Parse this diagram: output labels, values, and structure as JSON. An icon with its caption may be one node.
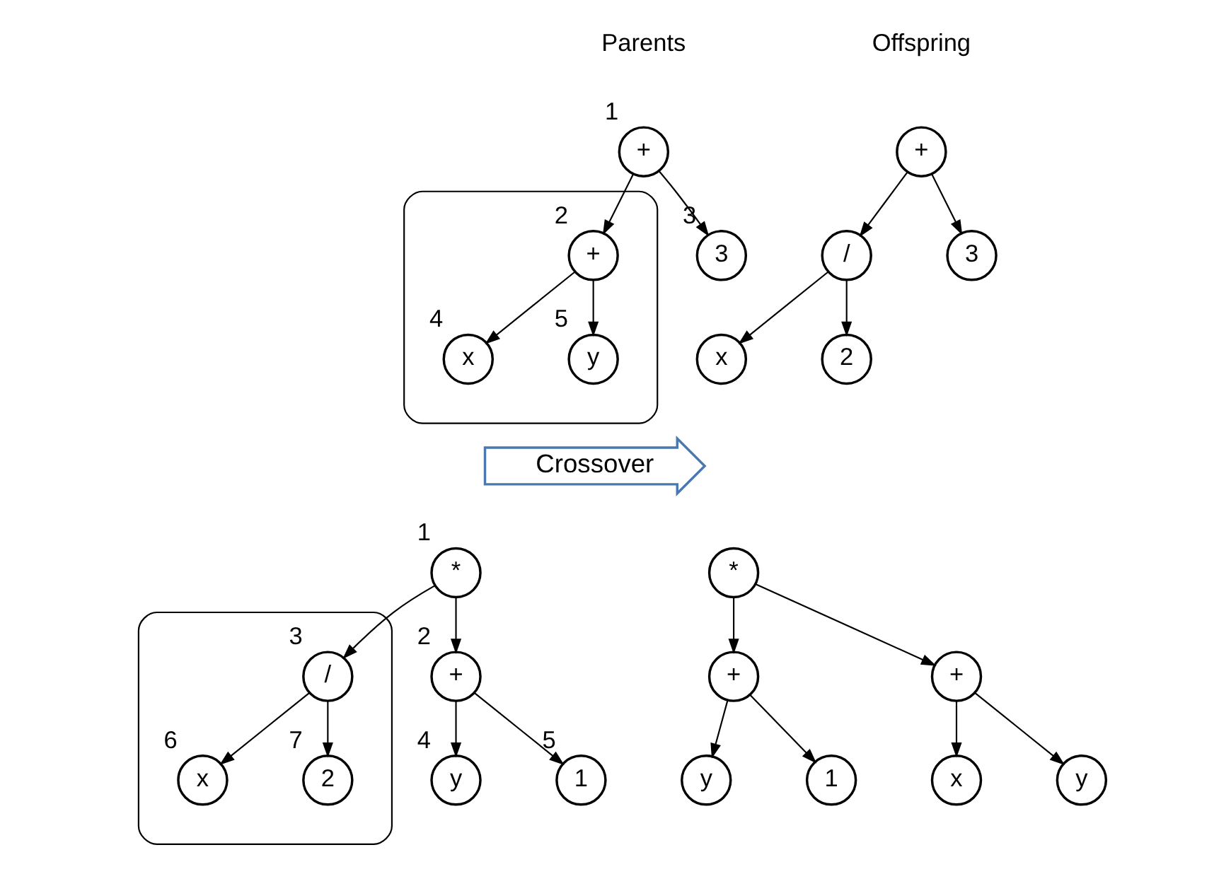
{
  "diagram": {
    "nodes": [
      {
        "text": [
          "+"
        ],
        "beside": [
          "1"
        ]
      },
      {
        "text": [],
        "shape": "cloud"
      },
      {
        "text": [
          "+"
        ],
        "beside": [
          "2"
        ],
        "in": 1
      },
      {
        "text": [
          "3"
        ],
        "beside": [
          "3"
        ]
      },
      {
        "text": [
          "x"
        ],
        "beside": [
          "4"
        ],
        "in": 1
      },
      {
        "text": [
          "y"
        ],
        "beside": [
          "5"
        ],
        "in": 1
      },
      {
        "text": [
          "+"
        ]
      },
      {
        "text": [
          "/"
        ]
      },
      {
        "text": [
          "3"
        ]
      },
      {
        "text": [
          "x"
        ]
      },
      {
        "text": [
          "2"
        ]
      },
      {
        "text": [
          "Crossover"
        ]
      },
      {
        "text": [
          "*"
        ],
        "beside": [
          "1"
        ]
      },
      {
        "text": [
          "+"
        ],
        "beside": [
          "2"
        ]
      },
      {
        "text": [],
        "shape": "cloud"
      },
      {
        "text": [
          "/"
        ],
        "beside": [
          "3"
        ],
        "in": 14
      },
      {
        "text": [
          "y"
        ],
        "beside": [
          "4"
        ]
      },
      {
        "text": [
          "1"
        ],
        "beside": [
          "5"
        ]
      },
      {
        "text": [
          "x"
        ],
        "beside": [
          "6"
        ],
        "in": 14
      },
      {
        "text": [
          "2"
        ],
        "beside": [
          "7"
        ],
        "in": 14
      },
      {
        "text": [
          "*"
        ]
      },
      {
        "text": [
          "+"
        ]
      },
      {
        "text": [
          "+"
        ]
      },
      {
        "text": [
          "y"
        ]
      },
      {
        "text": [
          "1"
        ]
      },
      {
        "text": [
          "x"
        ]
      },
      {
        "text": [
          "y"
        ]
      }
    ],
    "edges": [
      {
        "from": 0,
        "to": 2,
        "arrow": "to"
      },
      {
        "from": 0,
        "to": 3,
        "arrow": "to"
      },
      {
        "from": 2,
        "to": 4,
        "arrow": "to"
      },
      {
        "from": 2,
        "to": 5,
        "arrow": "to"
      },
      {
        "from": 6,
        "to": 7,
        "arrow": "to"
      },
      {
        "from": 6,
        "to": 8,
        "arrow": "to"
      },
      {
        "from": 7,
        "to": 9,
        "arrow": "to"
      },
      {
        "from": 7,
        "to": 10,
        "arrow": "to"
      },
      {
        "from": 12,
        "to": 13,
        "arrow": "to"
      },
      {
        "from": 12,
        "to": 15,
        "arrow": "to"
      },
      {
        "from": 13,
        "to": 16,
        "arrow": "to"
      },
      {
        "from": 13,
        "to": 17,
        "arrow": "to"
      },
      {
        "from": 15,
        "to": 18,
        "arrow": "to"
      },
      {
        "from": 15,
        "to": 19,
        "arrow": "to"
      },
      {
        "from": 20,
        "to": 21,
        "arrow": "to"
      },
      {
        "from": 20,
        "to": 22,
        "arrow": "to"
      },
      {
        "from": 21,
        "to": 23,
        "arrow": "to"
      },
      {
        "from": 21,
        "to": 24,
        "arrow": "to"
      },
      {
        "from": 22,
        "to": 25,
        "arrow": "to"
      },
      {
        "from": 22,
        "to": 26,
        "arrow": "to"
      }
    ],
    "labels": [
      "Parents",
      "Offspring"
    ]
  }
}
